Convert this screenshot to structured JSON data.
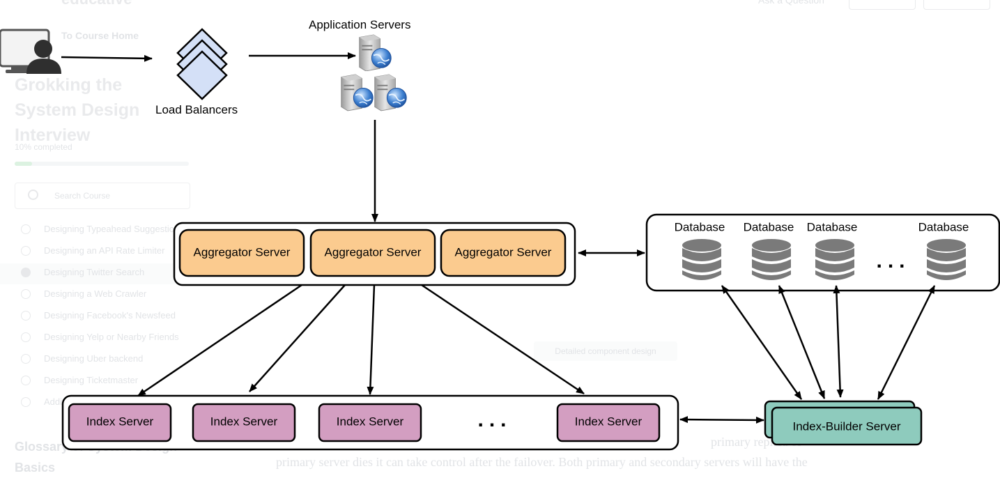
{
  "background_page": {
    "brand": "educative",
    "ask_label": "Ask a Question",
    "back_link": "To Course Home",
    "course_title": "Grokking the System Design Interview",
    "progress_text": "10% completed",
    "progress_fraction": 0.1,
    "search_placeholder": "Search Course",
    "lessons": [
      "Designing Typeahead Suggestion",
      "Designing an API Rate Limiter",
      "Designing Twitter Search",
      "Designing a Web Crawler",
      "Designing Facebook's Newsfeed",
      "Designing Yelp or Nearby Friends",
      "Designing Uber backend",
      "Designing Ticketmaster",
      "Additional Resources"
    ],
    "glossary_title": "Glossary of System Design Basics",
    "figure_caption": "Detailed component design",
    "paragraph_line1": "primary replica of",
    "paragraph_line2": "primary server dies it can take control after the failover. Both primary and secondary servers will have the"
  },
  "diagram": {
    "client_icon": "user-computer-icon",
    "load_balancers_label": "Load Balancers",
    "app_servers_label": "Application Servers",
    "aggregators": [
      "Aggregator Server",
      "Aggregator Server",
      "Aggregator Server"
    ],
    "databases": [
      "Database",
      "Database",
      "Database",
      "Database"
    ],
    "database_ellipsis": "...",
    "index_servers": [
      "Index Server",
      "Index Server",
      "Index Server",
      "Index Server"
    ],
    "index_ellipsis": "...",
    "index_builder_label": "Index-Builder Server",
    "colors": {
      "aggregator_fill": "#fbcb8f",
      "index_fill": "#d39ec1",
      "builder_fill": "#8ecbbd",
      "load_balancer_fill": "#d4e0f7",
      "database_fill": "#7a7a7a",
      "stroke": "#000000"
    }
  }
}
